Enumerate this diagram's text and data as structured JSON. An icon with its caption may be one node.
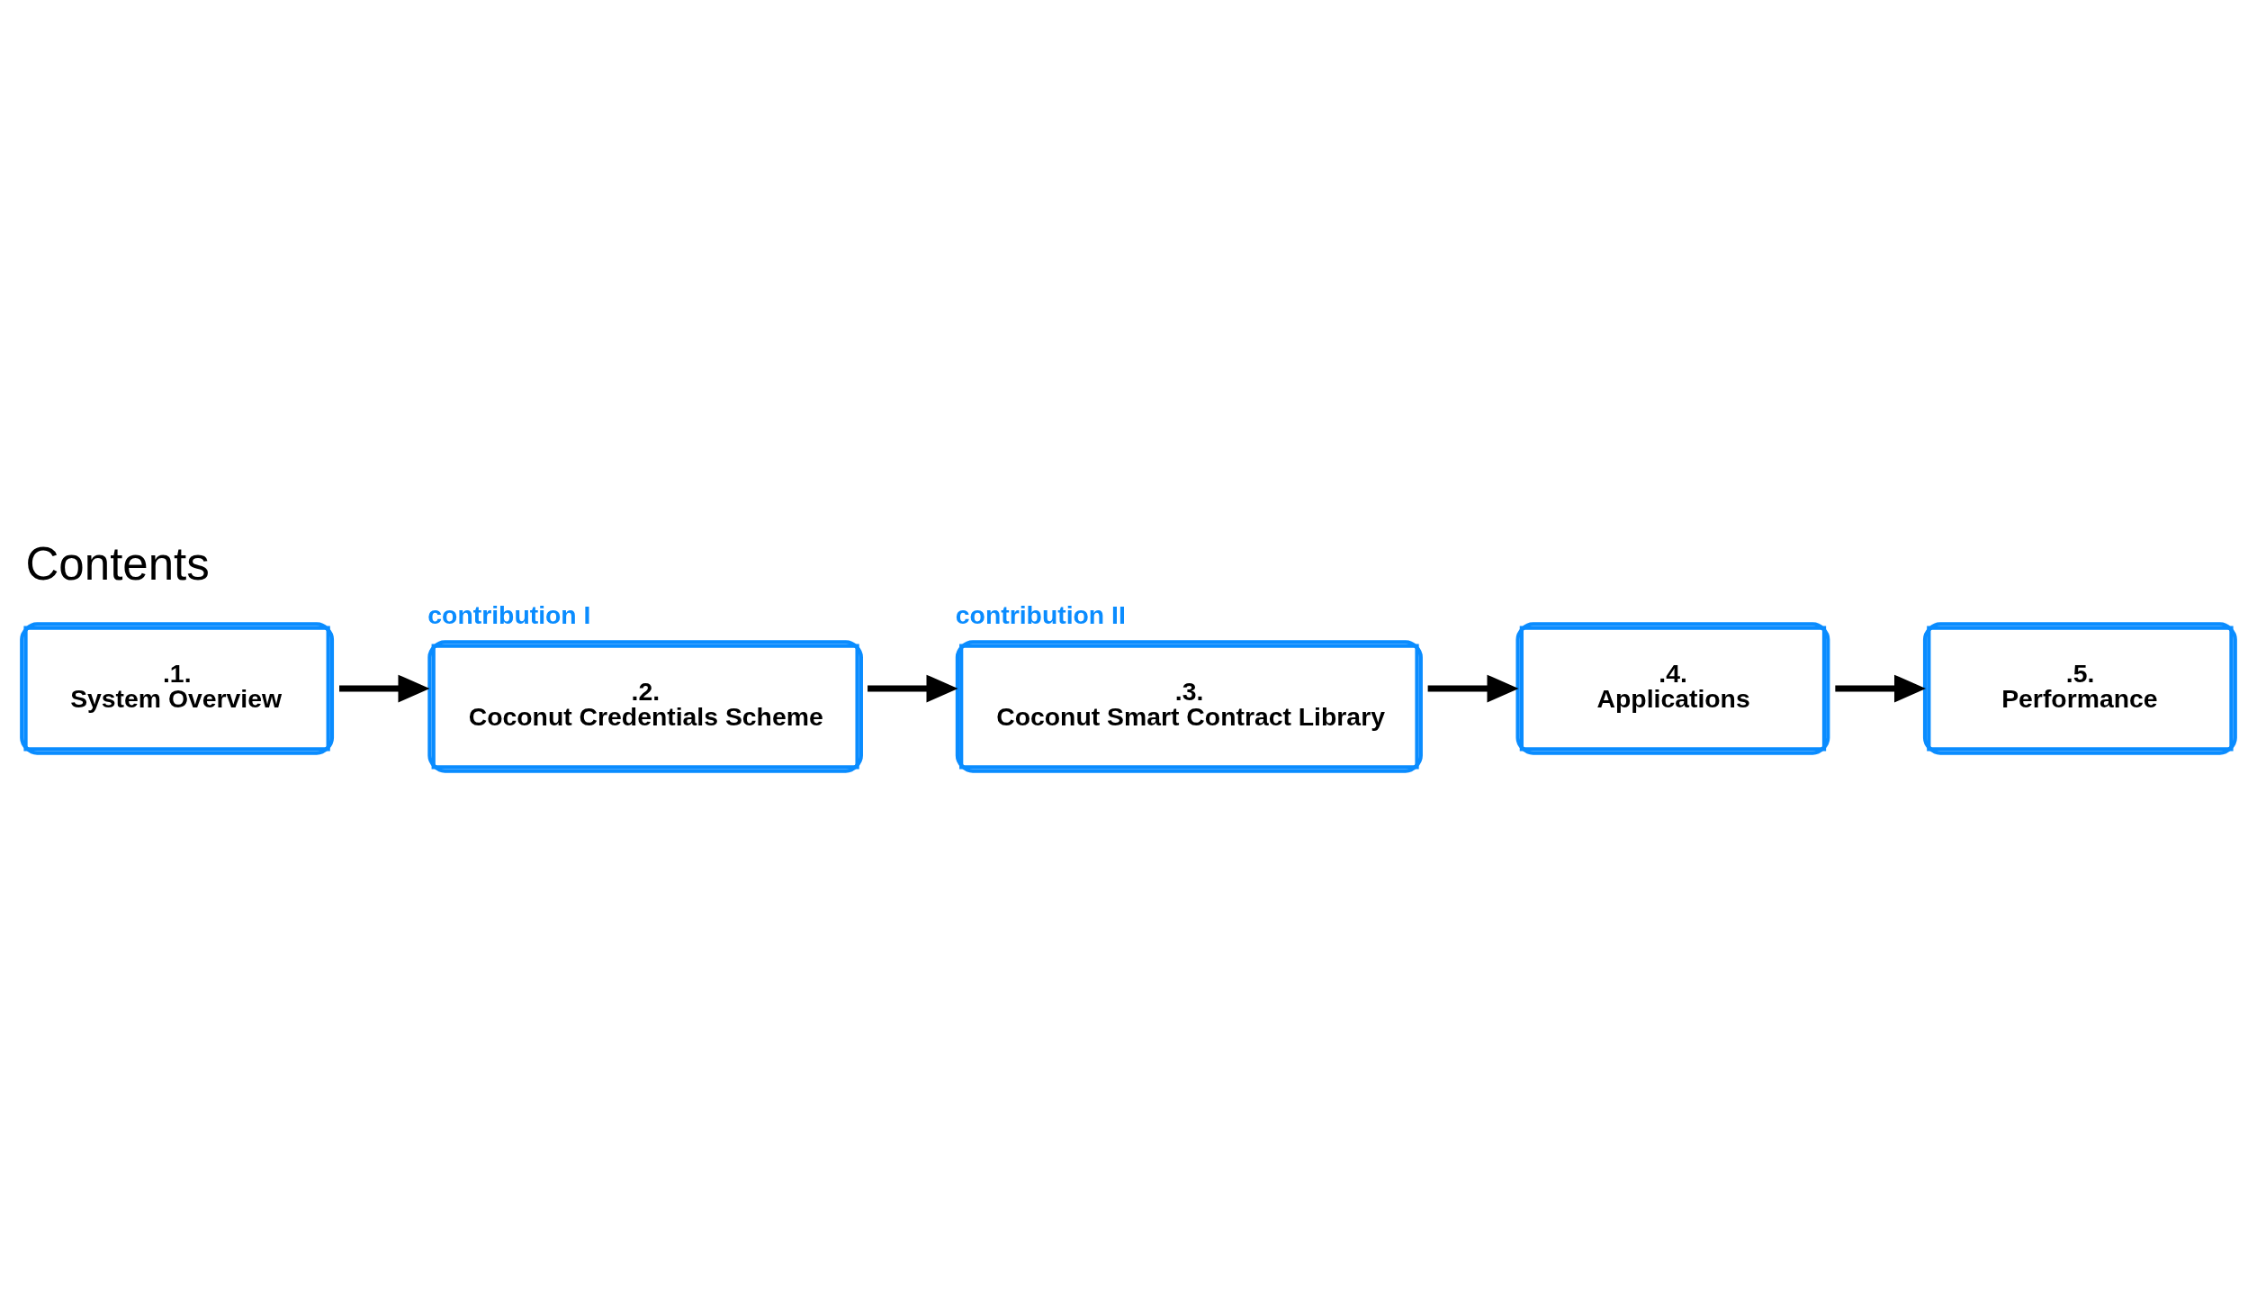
{
  "diagram": {
    "title": "Contents",
    "nodes": [
      {
        "text": [
          ".1.",
          "System Overview"
        ]
      },
      {
        "text": [
          ".2.",
          "Coconut Credentials Scheme"
        ],
        "beside": [
          "contribution I"
        ]
      },
      {
        "text": [
          ".3.",
          "Coconut Smart Contract Library"
        ],
        "beside": [
          "contribution II"
        ]
      },
      {
        "text": [
          ".4.",
          "Applications"
        ]
      },
      {
        "text": [
          ".5.",
          "Performance"
        ]
      }
    ],
    "edges": [
      {
        "from": 0,
        "to": 1,
        "arrow": "to"
      },
      {
        "from": 1,
        "to": 2,
        "arrow": "to"
      },
      {
        "from": 2,
        "to": 3,
        "arrow": "to"
      },
      {
        "from": 3,
        "to": 4,
        "arrow": "to"
      }
    ]
  }
}
